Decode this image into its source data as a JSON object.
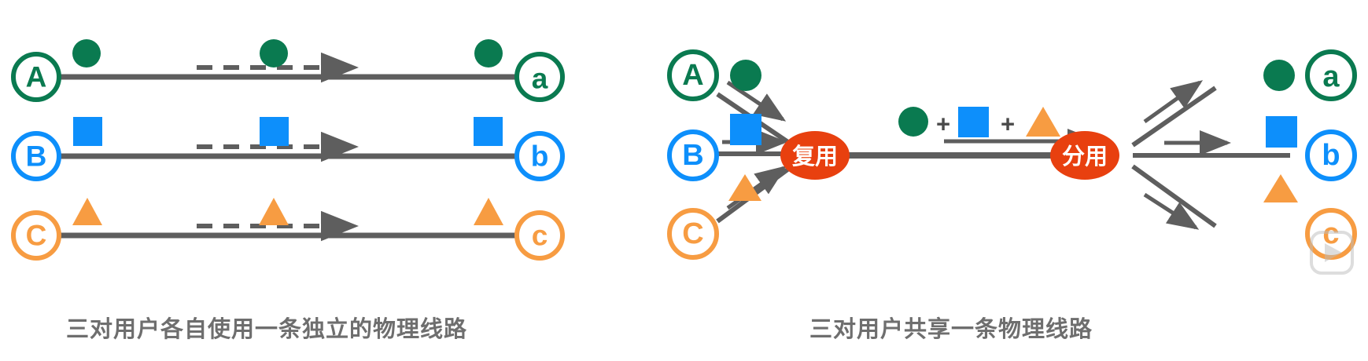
{
  "figure": {
    "title": "多路复用示意图",
    "background": "#ffffff"
  },
  "colors": {
    "green": "#0a7a50",
    "blue": "#0d8ffb",
    "orange": "#f79c42",
    "line": "#5e5e5e",
    "node_red": "#e8400f",
    "caption": "#6e6e6e",
    "white": "#ffffff"
  },
  "left_panel": {
    "caption": "三对用户各自使用一条独立的物理线路",
    "rows": [
      {
        "left_label": "A",
        "right_label": "a",
        "color_key": "green",
        "color": "#0a7a50",
        "symbol": "circle",
        "symbol_count": 3
      },
      {
        "left_label": "B",
        "right_label": "b",
        "color_key": "blue",
        "color": "#0d8ffb",
        "symbol": "square",
        "symbol_count": 3
      },
      {
        "left_label": "C",
        "right_label": "c",
        "color_key": "orange",
        "color": "#f79c42",
        "symbol": "triangle",
        "symbol_count": 3
      }
    ],
    "link_style": "solid line with dashed direction arrow above"
  },
  "right_panel": {
    "caption": "三对用户共享一条物理线路",
    "senders": [
      {
        "label": "A",
        "color": "#0a7a50",
        "symbol": "circle"
      },
      {
        "label": "B",
        "color": "#0d8ffb",
        "symbol": "square"
      },
      {
        "label": "C",
        "color": "#f79c42",
        "symbol": "triangle"
      }
    ],
    "receivers": [
      {
        "label": "a",
        "color": "#0a7a50",
        "symbol": "circle"
      },
      {
        "label": "b",
        "color": "#0d8ffb",
        "symbol": "square"
      },
      {
        "label": "c",
        "color": "#f79c42",
        "symbol": "triangle"
      }
    ],
    "mux_node": {
      "label": "复用",
      "fill": "#e8400f",
      "text_color": "#ffffff"
    },
    "demux_node": {
      "label": "分用",
      "fill": "#e8400f",
      "text_color": "#ffffff"
    },
    "trunk_payload": {
      "items": [
        "circle",
        "square",
        "triangle"
      ],
      "separators": [
        "+",
        "+"
      ],
      "description": "绿圆 + 蓝方 + 橙三角 共同在一条线路上传输"
    }
  },
  "watermark": {
    "name": "play-badge-watermark"
  }
}
